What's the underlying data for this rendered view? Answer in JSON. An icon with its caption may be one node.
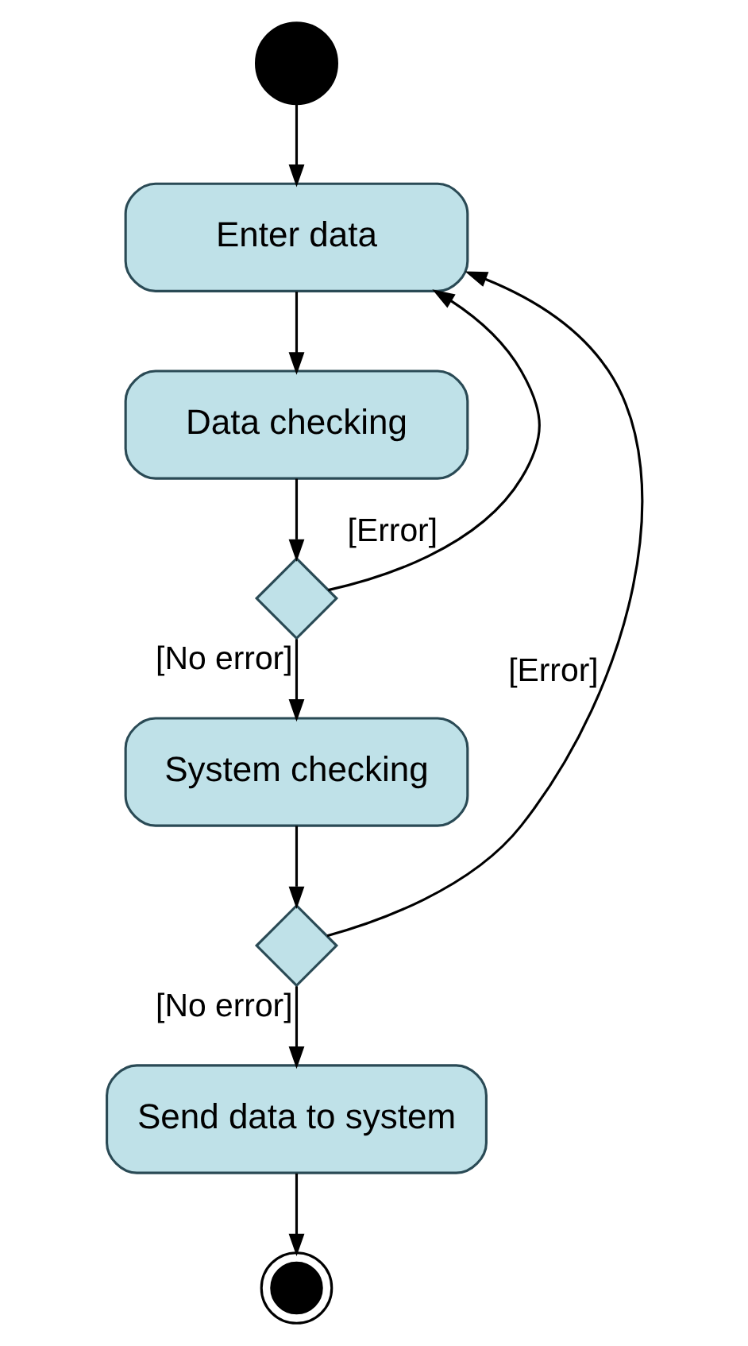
{
  "diagram": {
    "nodes": [
      {
        "text": [],
        "shape": "circle"
      },
      {
        "text": [
          "Enter data"
        ]
      },
      {
        "text": [
          "Data checking"
        ]
      },
      {
        "text": [],
        "shape": "diamond"
      },
      {
        "text": [
          "System checking"
        ]
      },
      {
        "text": [],
        "shape": "diamond"
      },
      {
        "text": [
          "Send data to system"
        ]
      },
      {
        "text": [],
        "shape": "circle"
      }
    ],
    "edges": [
      {
        "from": 0,
        "to": 1,
        "arrow": "to"
      },
      {
        "from": 1,
        "to": 2,
        "arrow": "to"
      },
      {
        "from": 2,
        "to": 3,
        "arrow": "to"
      },
      {
        "from": 3,
        "to": 1,
        "arrow": "to",
        "label": "[Error]"
      },
      {
        "from": 3,
        "to": 4,
        "arrow": "to",
        "label": "[No error]"
      },
      {
        "from": 4,
        "to": 5,
        "arrow": "to"
      },
      {
        "from": 5,
        "to": 1,
        "arrow": "to",
        "label": "[Error]"
      },
      {
        "from": 5,
        "to": 6,
        "arrow": "to",
        "label": "[No error]"
      },
      {
        "from": 6,
        "to": 7,
        "arrow": "to"
      }
    ]
  }
}
